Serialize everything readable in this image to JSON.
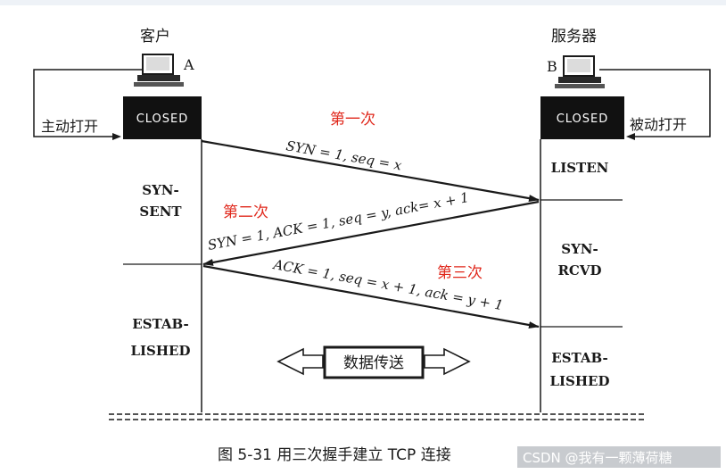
{
  "client": {
    "label": "客户",
    "host_letter": "A",
    "closed_label": "CLOSED",
    "active_open": "主动打开",
    "states": [
      "SYN-",
      "SENT",
      "ESTAB-",
      "LISHED"
    ]
  },
  "server": {
    "label": "服务器",
    "host_letter": "B",
    "closed_label": "CLOSED",
    "passive_open": "被动打开",
    "states": [
      "LISTEN",
      "SYN-",
      "RCVD",
      "ESTAB-",
      "LISHED"
    ]
  },
  "messages": [
    {
      "step": "第一次",
      "text": "SYN = 1, seq = x"
    },
    {
      "step": "第二次",
      "text": "SYN = 1, ACK = 1, seq = y, ack= x + 1"
    },
    {
      "step": "第三次",
      "text": "ACK = 1, seq = x + 1, ack = y + 1"
    }
  ],
  "data_transfer": "数据传送",
  "caption": "图 5-31   用三次握手建立 TCP 连接",
  "watermark": "CSDN @我有一颗薄荷糖",
  "colors": {
    "annotation": "#e0281c",
    "line": "#1a1a1a",
    "closed_bg": "#111111"
  }
}
